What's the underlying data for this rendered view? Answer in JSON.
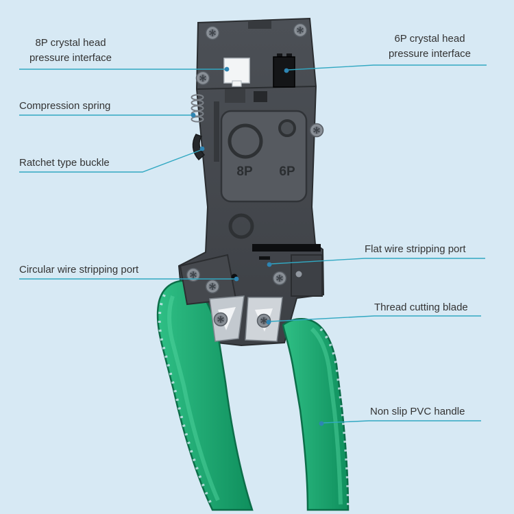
{
  "background_color": "#d7e9f4",
  "accent": {
    "leader_line_color": "#31a8c2",
    "leader_dot_color": "#2e85b3"
  },
  "tool": {
    "name": "network cable crimping tool",
    "handle_color": "#19a06c",
    "body_color": "#46494e",
    "markings": {
      "left_die": "8P",
      "right_die": "6P"
    }
  },
  "annotations": {
    "crystal_8p": "8P crystal head\npressure interface",
    "crystal_6p": "6P crystal head\npressure interface",
    "compression_spring": "Compression spring",
    "ratchet_buckle": "Ratchet type buckle",
    "circular_stripping": "Circular wire stripping port",
    "flat_stripping": "Flat wire stripping port",
    "thread_cutting": "Thread cutting blade",
    "pvc_handle": "Non slip PVC handle"
  }
}
